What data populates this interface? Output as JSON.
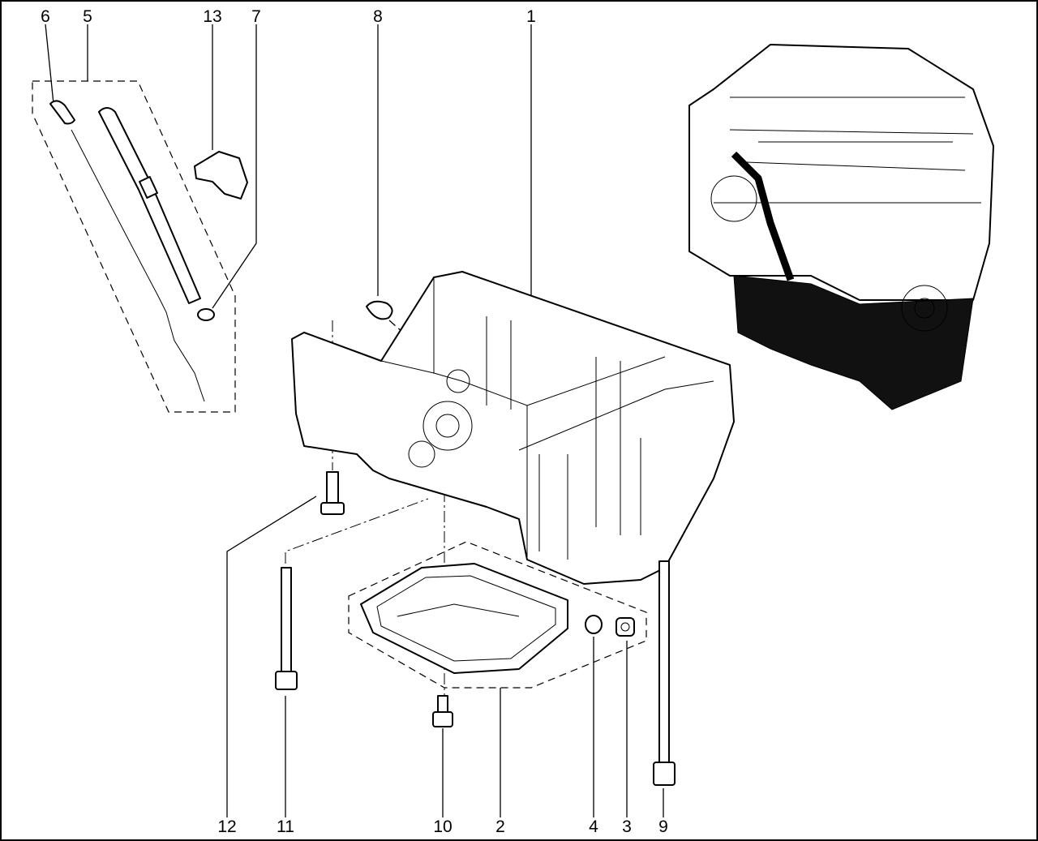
{
  "diagram": {
    "callouts_top": [
      "6",
      "5",
      "13",
      "7",
      "8",
      "1"
    ],
    "callouts_bottom": [
      "12",
      "11",
      "10",
      "2",
      "4",
      "3",
      "9"
    ]
  }
}
